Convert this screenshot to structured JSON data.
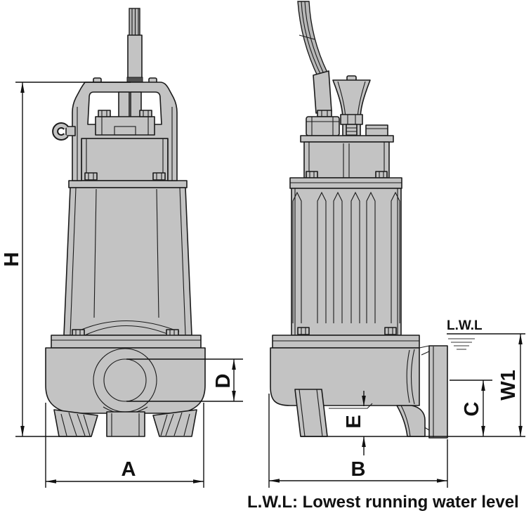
{
  "diagram": {
    "kind": "submersible pump dimensional drawing",
    "views": [
      "front view",
      "side view"
    ],
    "dim_labels": {
      "H": "H",
      "A": "A",
      "D": "D",
      "B": "B",
      "E": "E",
      "C": "C",
      "W1": "W1"
    },
    "water_level": {
      "label": "L.W.L"
    },
    "caption": "L.W.L: Lowest running water level"
  },
  "colors": {
    "background": "#ffffff",
    "body_fill": "#c3c3c3",
    "body_fill_light": "#b7b7b7",
    "cable_dark": "#4f4f4f",
    "outline": "#1a1a1a",
    "dim": "#111111",
    "ripple": "#8c8c8c"
  }
}
